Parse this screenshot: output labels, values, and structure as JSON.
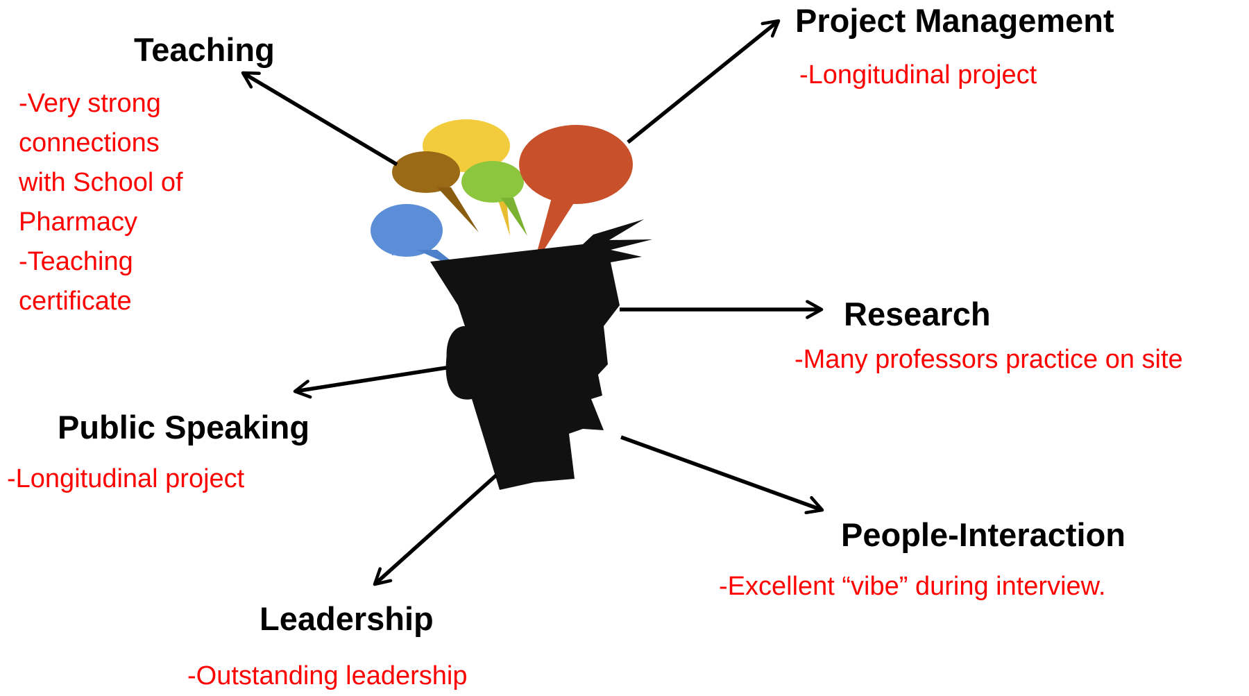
{
  "colors": {
    "heading": "#000000",
    "note": "#ff0000",
    "arrow": "#000000",
    "bubble_yellow": "#f2cc3c",
    "bubble_brown": "#9a6a16",
    "bubble_green": "#8cc63f",
    "bubble_orange": "#c8502a",
    "bubble_blue": "#5b8ed6",
    "head_silhouette": "#111111"
  },
  "illustration": {
    "description_icon": "head-with-speech-bubbles-icon"
  },
  "nodes": {
    "teaching": {
      "title": "Teaching",
      "notes": [
        "-Very strong",
        "connections",
        "with School of",
        "Pharmacy",
        "-Teaching",
        "certificate"
      ]
    },
    "project_management": {
      "title": "Project Management",
      "note": "-Longitudinal project"
    },
    "research": {
      "title": "Research",
      "note": "-Many professors practice on site"
    },
    "public_speaking": {
      "title": "Public Speaking",
      "note": "-Longitudinal project"
    },
    "people_interaction": {
      "title": "People-Interaction",
      "note": "-Excellent “vibe” during interview."
    },
    "leadership": {
      "title": "Leadership",
      "note": "-Outstanding leadership"
    }
  }
}
